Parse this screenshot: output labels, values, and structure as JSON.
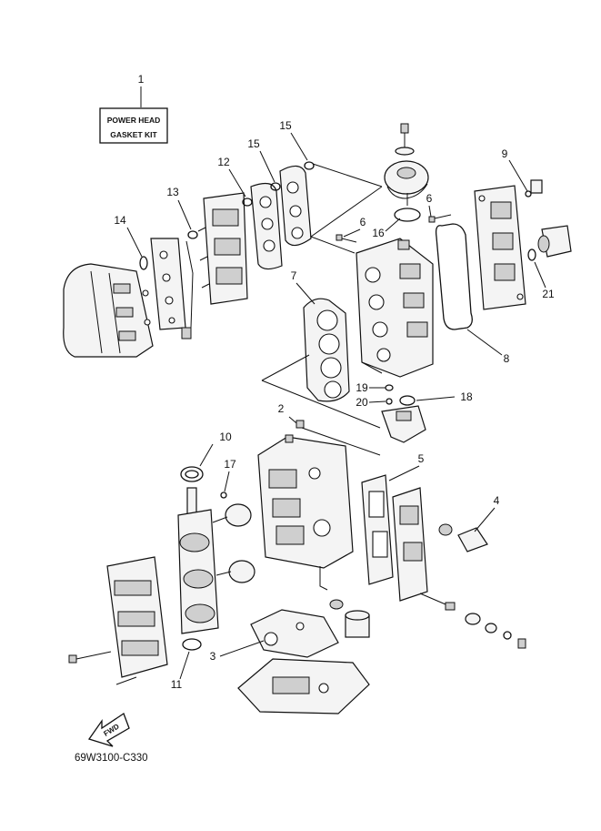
{
  "kit_box": {
    "line1": "POWER HEAD",
    "line2": "GASKET KIT"
  },
  "callouts": [
    "1",
    "2",
    "3",
    "4",
    "5",
    "6",
    "6",
    "7",
    "8",
    "9",
    "10",
    "11",
    "12",
    "13",
    "14",
    "15",
    "15",
    "16",
    "17",
    "18",
    "19",
    "20",
    "21"
  ],
  "fwd_label": "FWD",
  "drawing_code": "69W3100-C330"
}
